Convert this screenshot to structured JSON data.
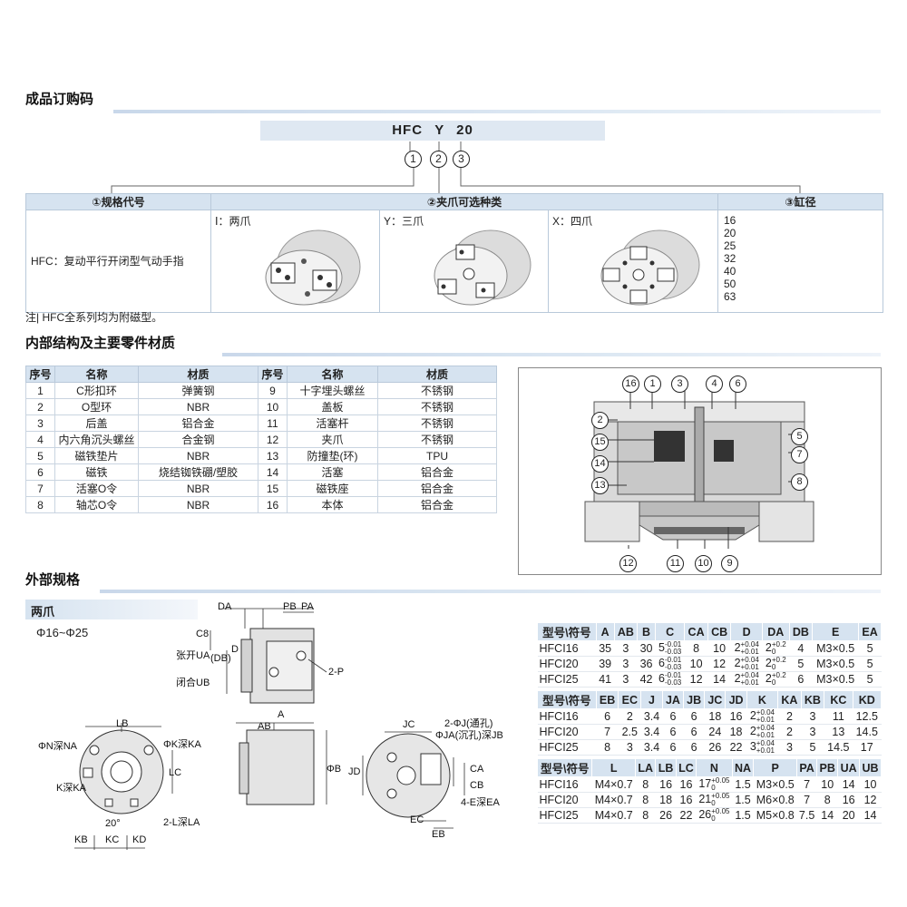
{
  "sections": {
    "order": "成品订购码",
    "structure": "内部结构及主要零件材质",
    "external": "外部规格"
  },
  "order_code": {
    "parts": [
      "HFC",
      "Y",
      "20"
    ],
    "markers": [
      "1",
      "2",
      "3"
    ],
    "headers": [
      "①规格代号",
      "②夹爪可选种类",
      "③缸径"
    ],
    "type_desc": "HFC：复动平行开闭型气动手指",
    "jaws": [
      "Ⅰ：两爪",
      "Y：三爪",
      "X：四爪"
    ],
    "bores": [
      "16",
      "20",
      "25",
      "32",
      "40",
      "50",
      "63"
    ]
  },
  "note": "注| HFC全系列均为附磁型。",
  "parts_table": {
    "headers": [
      "序号",
      "名称",
      "材质",
      "序号",
      "名称",
      "材质"
    ],
    "rows": [
      [
        "1",
        "C形扣环",
        "弹簧钢",
        "9",
        "十字埋头螺丝",
        "不锈钢"
      ],
      [
        "2",
        "O型环",
        "NBR",
        "10",
        "盖板",
        "不锈钢"
      ],
      [
        "3",
        "后盖",
        "铝合金",
        "11",
        "活塞杆",
        "不锈钢"
      ],
      [
        "4",
        "内六角沉头螺丝",
        "合金钢",
        "12",
        "夹爪",
        "不锈钢"
      ],
      [
        "5",
        "磁铁垫片",
        "NBR",
        "13",
        "防撞垫(环)",
        "TPU"
      ],
      [
        "6",
        "磁铁",
        "烧结铷铁硼/塑胶",
        "14",
        "活塞",
        "铝合金"
      ],
      [
        "7",
        "活塞O令",
        "NBR",
        "15",
        "磁铁座",
        "铝合金"
      ],
      [
        "8",
        "轴芯O令",
        "NBR",
        "16",
        "本体",
        "铝合金"
      ]
    ]
  },
  "diagram_callouts": {
    "top": [
      "16",
      "1",
      "3",
      "4",
      "6"
    ],
    "left": [
      "2",
      "15",
      "14",
      "13"
    ],
    "right": [
      "5",
      "7",
      "8"
    ],
    "bottom": [
      "12",
      "11",
      "10",
      "9"
    ]
  },
  "external": {
    "subtitle": "两爪",
    "range": "Φ16~Φ25",
    "labels": {
      "da": "DA",
      "pb": "PB",
      "pa": "PA",
      "c8": "C8",
      "d": "D",
      "db": "(DB)",
      "ua": "张开UA",
      "ub": "闭合UB",
      "p": "2-P",
      "ab": "AB",
      "a": "A",
      "phib": "ΦB",
      "lb": "LB",
      "na": "ΦN深NA",
      "ka": "ΦK深KA",
      "lc": "LC",
      "ka2": "K深KA",
      "la": "2-L深LA",
      "kb": "KB",
      "kc": "KC",
      "kd": "KD",
      "ang": "20°",
      "jc": "JC",
      "j": "2-ΦJ(通孔)",
      "ja": "ΦJA(沉孔)深JB",
      "jd": "JD",
      "ca": "CA",
      "cb": "CB",
      "ea": "4-E深EA",
      "ec": "EC",
      "eb": "EB"
    }
  },
  "spec1": {
    "headers": [
      "型号\\符号",
      "A",
      "AB",
      "B",
      "C",
      "CA",
      "CB",
      "D",
      "DA",
      "DB",
      "E",
      "EA"
    ],
    "rows": [
      {
        "m": "HFCI16",
        "a": "35",
        "ab": "3",
        "b": "30",
        "c": "5",
        "ctu": "-0.01",
        "ctl": "-0.03",
        "ca": "8",
        "cb": "10",
        "d": "2",
        "dtu": "+0.04",
        "dtl": "+0.01",
        "da": "2",
        "datu": "+0.2",
        "datl": "0",
        "db": "4",
        "e": "M3×0.5",
        "ea": "5"
      },
      {
        "m": "HFCI20",
        "a": "39",
        "ab": "3",
        "b": "36",
        "c": "6",
        "ctu": "-0.01",
        "ctl": "-0.03",
        "ca": "10",
        "cb": "12",
        "d": "2",
        "dtu": "+0.04",
        "dtl": "+0.01",
        "da": "2",
        "datu": "+0.2",
        "datl": "0",
        "db": "5",
        "e": "M3×0.5",
        "ea": "5"
      },
      {
        "m": "HFCI25",
        "a": "41",
        "ab": "3",
        "b": "42",
        "c": "6",
        "ctu": "-0.01",
        "ctl": "-0.03",
        "ca": "12",
        "cb": "14",
        "d": "2",
        "dtu": "+0.04",
        "dtl": "+0.01",
        "da": "2",
        "datu": "+0.2",
        "datl": "0",
        "db": "6",
        "e": "M3×0.5",
        "ea": "5"
      }
    ]
  },
  "spec2": {
    "headers": [
      "型号\\符号",
      "EB",
      "EC",
      "J",
      "JA",
      "JB",
      "JC",
      "JD",
      "K",
      "KA",
      "KB",
      "KC",
      "KD"
    ],
    "rows": [
      {
        "m": "HFCI16",
        "eb": "6",
        "ec": "2",
        "j": "3.4",
        "ja": "6",
        "jb": "6",
        "jc": "18",
        "jd": "16",
        "k": "2",
        "ktu": "+0.04",
        "ktl": "+0.01",
        "ka": "2",
        "kb": "3",
        "kc": "11",
        "kd": "12.5"
      },
      {
        "m": "HFCI20",
        "eb": "7",
        "ec": "2.5",
        "j": "3.4",
        "ja": "6",
        "jb": "6",
        "jc": "24",
        "jd": "18",
        "k": "2",
        "ktu": "+0.04",
        "ktl": "+0.01",
        "ka": "2",
        "kb": "3",
        "kc": "13",
        "kd": "14.5"
      },
      {
        "m": "HFCI25",
        "eb": "8",
        "ec": "3",
        "j": "3.4",
        "ja": "6",
        "jb": "6",
        "jc": "26",
        "jd": "22",
        "k": "3",
        "ktu": "+0.04",
        "ktl": "+0.01",
        "ka": "3",
        "kb": "5",
        "kc": "14.5",
        "kd": "17"
      }
    ]
  },
  "spec3": {
    "headers": [
      "型号\\符号",
      "L",
      "LA",
      "LB",
      "LC",
      "N",
      "NA",
      "P",
      "PA",
      "PB",
      "UA",
      "UB"
    ],
    "rows": [
      {
        "m": "HFCI16",
        "l": "M4×0.7",
        "la": "8",
        "lb": "16",
        "lc": "16",
        "n": "17",
        "ntu": "+0.05",
        "ntl": "0",
        "na": "1.5",
        "p": "M3×0.5",
        "pa": "7",
        "pb": "10",
        "ua": "14",
        "ub": "10"
      },
      {
        "m": "HFCI20",
        "l": "M4×0.7",
        "la": "8",
        "lb": "18",
        "lc": "16",
        "n": "21",
        "ntu": "+0.05",
        "ntl": "0",
        "na": "1.5",
        "p": "M6×0.8",
        "pa": "7",
        "pb": "8",
        "ua": "16",
        "ub": "12"
      },
      {
        "m": "HFCI25",
        "l": "M4×0.7",
        "la": "8",
        "lb": "26",
        "lc": "22",
        "n": "26",
        "ntu": "+0.05",
        "ntl": "0",
        "na": "1.5",
        "p": "M5×0.8",
        "pa": "7.5",
        "pb": "14",
        "ua": "20",
        "ub": "14"
      }
    ]
  }
}
